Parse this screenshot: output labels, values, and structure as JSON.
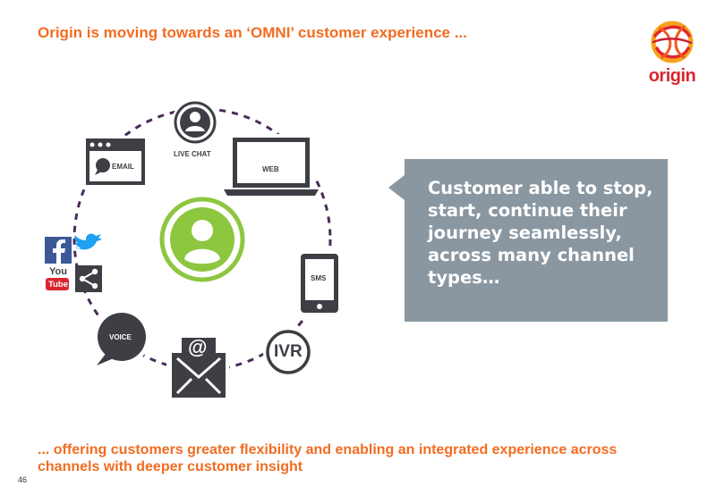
{
  "slide": {
    "title": "Origin is moving towards an ‘OMNI’ customer experience ...",
    "footer": "... offering customers greater flexibility and enabling an integrated experience across channels with deeper customer insight",
    "page_number": "46"
  },
  "logo": {
    "text": "origin",
    "color": "#d8262f"
  },
  "channels": {
    "live_chat": "LIVE CHAT",
    "web": "WEB",
    "email": "EMAIL",
    "sms": "SMS",
    "ivr": "IVR",
    "voice": "VOICE",
    "email_symbol": "@",
    "youtube_you": "You",
    "youtube_tube": "Tube"
  },
  "callout": {
    "text": "Customer able to stop, start, continue their journey seamlessly, across many channel types…"
  },
  "colors": {
    "accent": "#f26c21",
    "icon_dark": "#3d3f45",
    "customer_green": "#8dc63f",
    "ring_purple": "#4a2a5a",
    "callout_grey": "#8a97a1"
  }
}
